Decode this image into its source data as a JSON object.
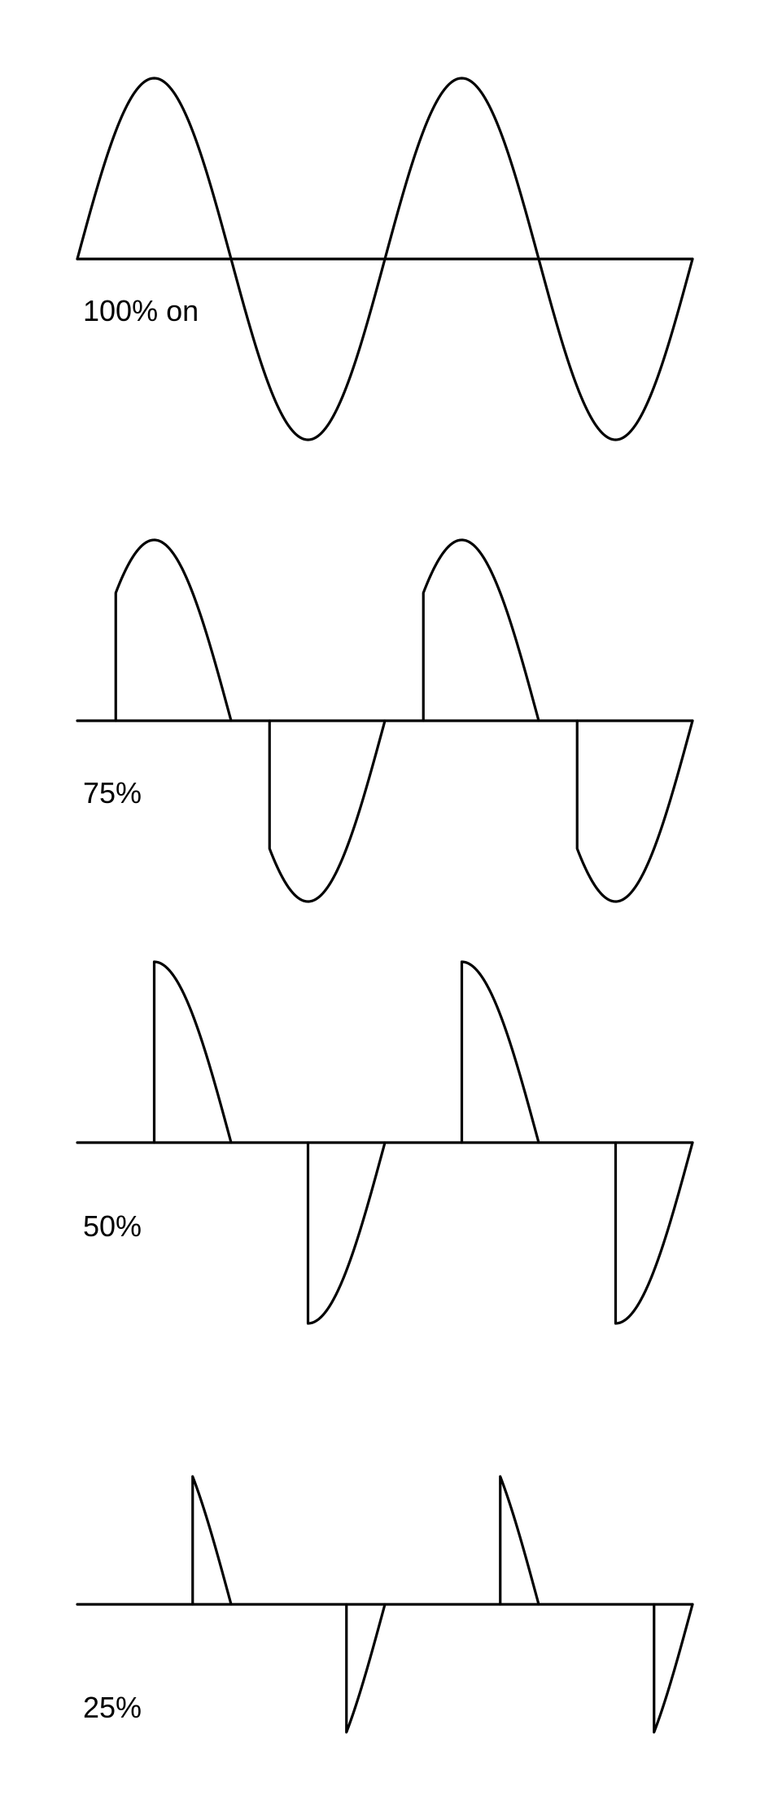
{
  "style": {
    "stroke_color": "#000000",
    "background_color": "#ffffff"
  },
  "chart_data": [
    {
      "type": "line",
      "label": "100% on",
      "on_percent": 100,
      "cycles": 2
    },
    {
      "type": "line",
      "label": "75%",
      "on_percent": 75,
      "cycles": 2
    },
    {
      "type": "line",
      "label": "50%",
      "on_percent": 50,
      "cycles": 2
    },
    {
      "type": "line",
      "label": "25%",
      "on_percent": 25,
      "cycles": 2
    }
  ]
}
